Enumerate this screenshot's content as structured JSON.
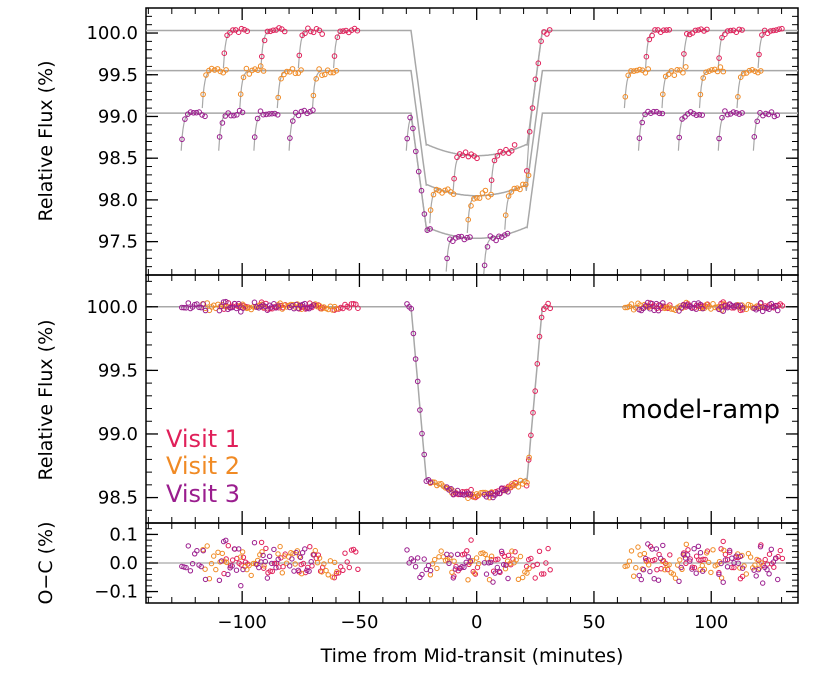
{
  "chart_data": {
    "type": "scatter",
    "xlabel": "Time from Mid-transit (minutes)",
    "xlim": [
      -141,
      137
    ],
    "x_ticks": [
      -100,
      -50,
      0,
      50,
      100
    ],
    "series_colors": {
      "Visit 1": "#e0205a",
      "Visit 2": "#f08a24",
      "Visit 3": "#9a1d8e"
    },
    "model_color": "#a8a8a8",
    "panels": [
      {
        "id": "top",
        "ylabel": "Relative Flux (%)",
        "ylim": [
          97.1,
          100.3
        ],
        "y_ticks": [
          "100.0",
          "99.5",
          "99.0",
          "98.5",
          "98.0",
          "97.5"
        ],
        "description": "Raw light curves with ramp systematics, offset per visit",
        "series": [
          {
            "name": "Visit 1",
            "baseline": 100.03,
            "offset_in_transit": -1.48,
            "orbits": [
              [
                -108,
                -97
              ],
              [
                -92,
                -81
              ],
              [
                -76,
                -65
              ],
              [
                -61,
                -50
              ],
              [
                -10,
                1
              ],
              [
                6,
                17
              ],
              [
                21,
                32
              ],
              [
                72,
                83
              ],
              [
                88,
                99
              ],
              [
                103,
                114
              ],
              [
                120,
                131
              ]
            ]
          },
          {
            "name": "Visit 2",
            "baseline": 99.55,
            "offset_in_transit": -1.48,
            "orbits": [
              [
                -117,
                -106
              ],
              [
                -101,
                -90
              ],
              [
                -85,
                -74
              ],
              [
                -70,
                -59
              ],
              [
                -20,
                -9
              ],
              [
                -4,
                7
              ],
              [
                12,
                23
              ],
              [
                63,
                74
              ],
              [
                79,
                90
              ],
              [
                95,
                106
              ],
              [
                111,
                122
              ]
            ]
          },
          {
            "name": "Visit 3",
            "baseline": 99.04,
            "offset_in_transit": -1.48,
            "orbits": [
              [
                -126,
                -115
              ],
              [
                -110,
                -99
              ],
              [
                -95,
                -84
              ],
              [
                -80,
                -69
              ],
              [
                -30,
                -19
              ],
              [
                -13,
                -2
              ],
              [
                3,
                14
              ],
              [
                69,
                80
              ],
              [
                86,
                97
              ],
              [
                103,
                114
              ],
              [
                118,
                129
              ]
            ]
          }
        ]
      },
      {
        "id": "middle",
        "ylabel": "Relative Flux (%)",
        "ylim": [
          98.3,
          100.25
        ],
        "y_ticks": [
          "100.0",
          "99.5",
          "99.0",
          "98.5"
        ],
        "annotation": "model-ramp",
        "legend": [
          "Visit 1",
          "Visit 2",
          "Visit 3"
        ],
        "transit_model": {
          "baseline": 100.0,
          "depth": 1.48,
          "t1": -28,
          "t2": -21,
          "t3": 21,
          "t4": 28
        }
      },
      {
        "id": "bottom",
        "ylabel": "O−C (%)",
        "ylim": [
          -0.14,
          0.14
        ],
        "y_ticks": [
          "0.1",
          "0.0",
          "−0.1"
        ],
        "residual_scatter": 0.045
      }
    ]
  }
}
